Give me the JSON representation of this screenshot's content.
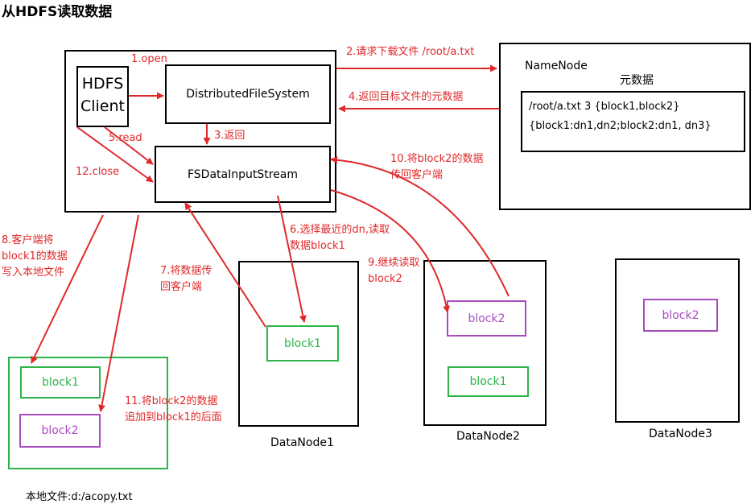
{
  "title": "从HDFS读取数据",
  "colors": {
    "arrow": "#e0282a",
    "green": "#2db34a",
    "purple": "#a84cc0",
    "black": "#000000"
  },
  "client": {
    "hdfs_client": [
      "HDFS",
      "Client"
    ],
    "dfs": "DistributedFileSystem",
    "stream": "FSDataInputStream"
  },
  "namenode": {
    "title": "NameNode",
    "meta_title": "元数据",
    "meta_line1": "/root/a.txt 3 {block1,block2}",
    "meta_line2": "{block1:dn1,dn2;block2:dn1, dn3}"
  },
  "steps": {
    "s1": "1.open",
    "s2": "2.请求下载文件 /root/a.txt",
    "s3": "3.返回",
    "s4": "4.返回目标文件的元数据",
    "s5": "5.read",
    "s6": [
      "6.选择最近的dn,读取",
      "数据block1"
    ],
    "s7": [
      "7.将数据传",
      "回客户端"
    ],
    "s8": [
      "8.客户端将",
      "block1的数据",
      "写入本地文件"
    ],
    "s9": [
      "9.继续读取",
      "block2"
    ],
    "s10": [
      "10.将block2的数据",
      "传回客户端"
    ],
    "s11": [
      "11.将block2的数据",
      "追加到block1的后面"
    ],
    "s12": "12.close"
  },
  "datanodes": [
    {
      "name": "DataNode1",
      "blocks": [
        "block1"
      ]
    },
    {
      "name": "DataNode2",
      "blocks": [
        "block2",
        "block1"
      ]
    },
    {
      "name": "DataNode3",
      "blocks": [
        "block2"
      ]
    }
  ],
  "local": {
    "blocks": [
      "block1",
      "block2"
    ],
    "file_label": "本地文件:d:/acopy.txt"
  }
}
